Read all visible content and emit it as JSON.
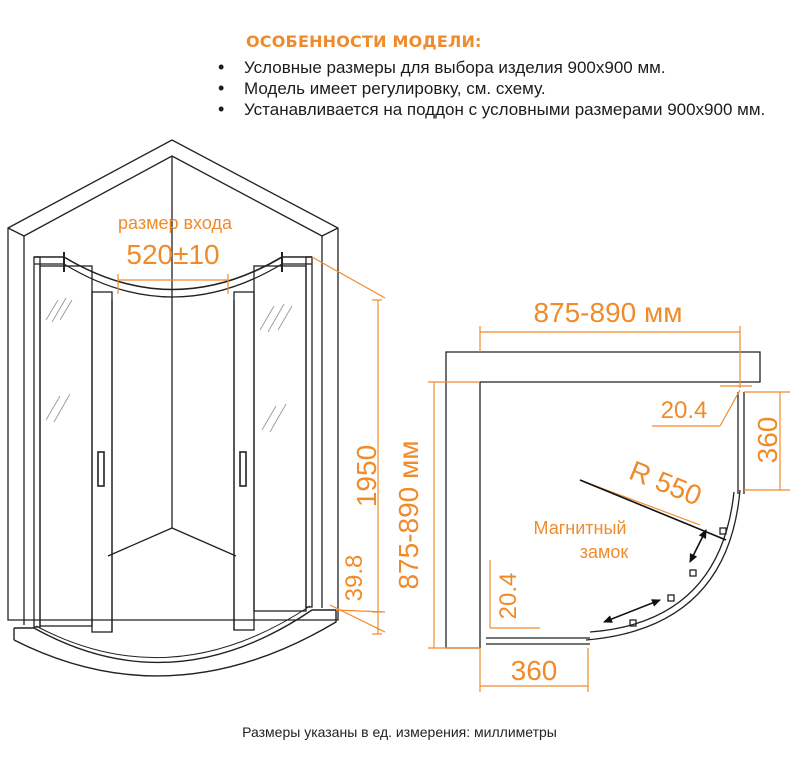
{
  "features": {
    "title": "ОСОБЕННОСТИ МОДЕЛИ:",
    "items": [
      "Условные размеры для выбора изделия 900х900 мм.",
      "Модель имеет регулировку, см. схему.",
      "Устанавливается на поддон с условными размерами 900х900 мм."
    ]
  },
  "front_view": {
    "entry_label": "размер входа",
    "entry_value": "520±10",
    "height_value": "1950",
    "tray_value": "39.8"
  },
  "top_view": {
    "width_value": "875-890 мм",
    "depth_value": "875-890 мм",
    "offset_top": "20.4",
    "offset_left": "20.4",
    "side_top": "360",
    "side_bottom": "360",
    "radius": "R 550",
    "magnet_label_line1": "Магнитный",
    "magnet_label_line2": "замок"
  },
  "footer": "Размеры указаны в ед. измерения: миллиметры",
  "colors": {
    "accent": "#f08b2c",
    "line": "#222222"
  }
}
